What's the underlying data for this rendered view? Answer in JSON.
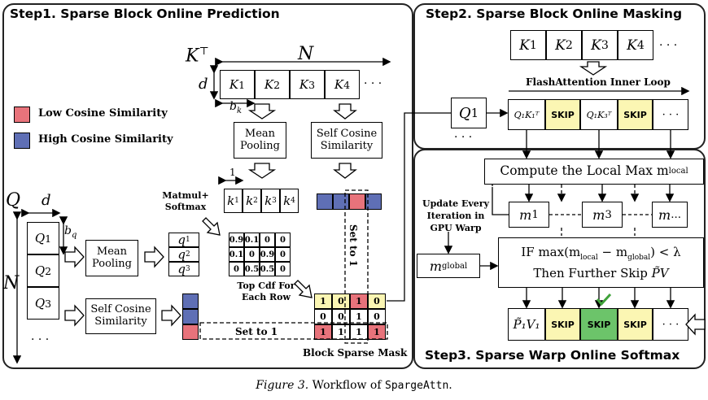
{
  "step1": {
    "title": "Step1. Sparse Block Online Prediction"
  },
  "step2": {
    "title": "Step2. Sparse Block Online Masking"
  },
  "step3": {
    "title": "Step3. Sparse Warp Online Softmax"
  },
  "legend": {
    "low": "Low  Cosine Similarity",
    "high": "High Cosine Similarity",
    "low_color": "#e8737b",
    "high_color": "#5f6fb5"
  },
  "kt": {
    "symbol": "K",
    "sup": "⊤",
    "n": "N",
    "d": "d",
    "bk": "b",
    "bk_sub": "k",
    "keys": [
      "K",
      "K",
      "K",
      "K"
    ],
    "key_subs": [
      "1",
      "2",
      "3",
      "4"
    ],
    "more": "· · ·"
  },
  "q": {
    "symbol": "Q",
    "d": "d",
    "bq": "b",
    "bq_sub": "q",
    "n": "N",
    "blocks": [
      "Q",
      "Q",
      "Q"
    ],
    "block_subs": [
      "1",
      "2",
      "3"
    ],
    "more": "· · ·"
  },
  "mean_pooling_top": "Mean Pooling",
  "self_cos_top": "Self Cosine Similarity",
  "mean_pooling_left": "Mean Pooling",
  "self_cos_left": "Self Cosine Similarity",
  "matmul": "Matmul+ Softmax",
  "one": "1",
  "pooled_k": {
    "names": [
      "k",
      "k",
      "k",
      "k"
    ],
    "subs": [
      "1",
      "2",
      "3",
      "4"
    ]
  },
  "pooled_q": {
    "names": [
      "q",
      "q",
      "q"
    ],
    "subs": [
      "1",
      "2",
      "3"
    ]
  },
  "prob_matrix": [
    [
      "0.9",
      "0.1",
      "0",
      "0"
    ],
    [
      "0.1",
      "0",
      "0.9",
      "0"
    ],
    [
      "0",
      "0.5",
      "0.5",
      "0"
    ]
  ],
  "top_cdf": "Top Cdf For Each Row",
  "mask": [
    [
      "1",
      "0",
      "1",
      "0"
    ],
    [
      "0",
      "0",
      "1",
      "0"
    ],
    [
      "1",
      "1",
      "1",
      "1"
    ]
  ],
  "set_to_1_vertical": "Set to 1",
  "set_to_1_horizontal": "Set to 1",
  "block_sparse_mask": "Block Sparse Mask",
  "step2_keys": {
    "names": [
      "K",
      "K",
      "K",
      "K"
    ],
    "subs": [
      "1",
      "2",
      "3",
      "4"
    ],
    "more": "· · ·"
  },
  "flash_loop": "FlashAttention Inner Loop",
  "q1": {
    "name": "Q",
    "sub": "1",
    "more": "· · ·"
  },
  "step2_row": {
    "qk1": "Q₁K₁ᵀ",
    "skip": "SKIP",
    "qk3": "Q₁K₃ᵀ",
    "more": "· · ·"
  },
  "compute_local": "Compute the Local Max m",
  "compute_local_sub": "local",
  "update_every": "Update Every Iteration in GPU Warp",
  "m_values": {
    "m1": "m",
    "m1_sub": "1",
    "m3": "m",
    "m3_sub": "3",
    "mlast": "m",
    "mlast_sub": "..."
  },
  "m_global": "m",
  "m_global_sub": "global",
  "if_text": "IF  max(m",
  "if_text_local": "local",
  "if_text_mid": " − m",
  "if_text_global": "global",
  "if_text_end": ") < λ",
  "then_text": "Then Further Skip ",
  "then_pv": "P̃V",
  "pv_row": {
    "pv": "P̃₁V₁",
    "skip": "SKIP",
    "more": "· · ·"
  },
  "caption": {
    "fig": "Figure 3.",
    "text": " Workflow of ",
    "code": "SpargeAttn",
    "end": "."
  }
}
